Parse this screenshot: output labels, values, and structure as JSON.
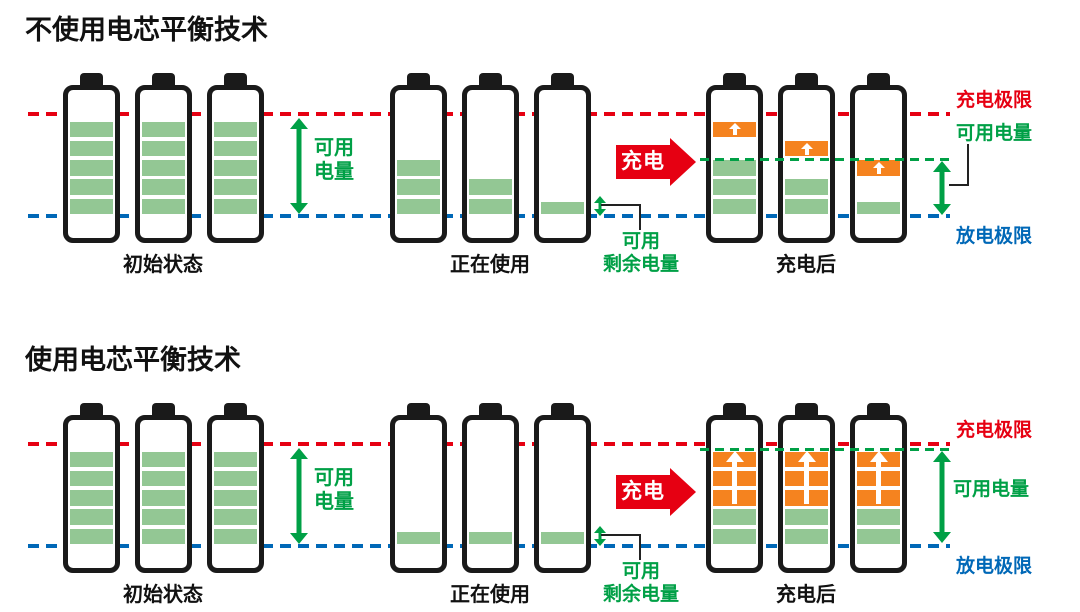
{
  "colors": {
    "green_fill": "#93C794",
    "green": "#00A046",
    "orange": "#F5831F",
    "red": "#E60012",
    "blue": "#0068B7",
    "outline": "#1A1A1A",
    "text": "#111111"
  },
  "sections": [
    {
      "title": "不使用电芯平衡技术",
      "charge_limit": "充电极限",
      "discharge_limit": "放电极限",
      "available": [
        "可用",
        "电量"
      ],
      "available_right": "可用电量",
      "remaining": [
        "可用",
        "剩余电量"
      ],
      "charging": "充电",
      "stages": [
        "初始状态",
        "正在使用",
        "充电后"
      ]
    },
    {
      "title": "使用电芯平衡技术",
      "charge_limit": "充电极限",
      "discharge_limit": "放电极限",
      "available": [
        "可用",
        "电量"
      ],
      "available_right": "可用电量",
      "remaining": [
        "可用",
        "剩余电量"
      ],
      "charging": "充电",
      "stages": [
        "初始状态",
        "正在使用",
        "充电后"
      ]
    }
  ],
  "battery_fills": {
    "s1": {
      "initial": [
        {
          "segs": [
            {
              "s": 0,
              "c": "g"
            },
            {
              "s": 1,
              "c": "g"
            },
            {
              "s": 2,
              "c": "g"
            },
            {
              "s": 3,
              "c": "g"
            },
            {
              "s": 4,
              "c": "g"
            }
          ]
        },
        {
          "segs": [
            {
              "s": 0,
              "c": "g"
            },
            {
              "s": 1,
              "c": "g"
            },
            {
              "s": 2,
              "c": "g"
            },
            {
              "s": 3,
              "c": "g"
            },
            {
              "s": 4,
              "c": "g"
            }
          ]
        },
        {
          "segs": [
            {
              "s": 0,
              "c": "g"
            },
            {
              "s": 1,
              "c": "g"
            },
            {
              "s": 2,
              "c": "g"
            },
            {
              "s": 3,
              "c": "g"
            },
            {
              "s": 4,
              "c": "g"
            }
          ]
        }
      ],
      "in_use": [
        {
          "segs": [
            {
              "s": 0,
              "c": "g"
            },
            {
              "s": 1,
              "c": "g"
            },
            {
              "s": 2,
              "c": "g"
            }
          ]
        },
        {
          "segs": [
            {
              "s": 0,
              "c": "g"
            },
            {
              "s": 1,
              "c": "g"
            }
          ]
        },
        {
          "segs": [
            {
              "s": 0,
              "c": "g",
              "t": 1
            }
          ]
        }
      ],
      "charged": [
        {
          "segs": [
            {
              "s": 0,
              "c": "g"
            },
            {
              "s": 1,
              "c": "g"
            },
            {
              "s": 2,
              "c": "g"
            },
            {
              "s": 4,
              "c": "o",
              "a": 1
            }
          ]
        },
        {
          "segs": [
            {
              "s": 0,
              "c": "g"
            },
            {
              "s": 1,
              "c": "g"
            },
            {
              "s": 3,
              "c": "o",
              "a": 1
            }
          ]
        },
        {
          "segs": [
            {
              "s": 0,
              "c": "g",
              "t": 1
            },
            {
              "s": 2,
              "c": "o",
              "a": 1
            }
          ]
        }
      ]
    },
    "s2": {
      "initial": [
        {
          "segs": [
            {
              "s": 0,
              "c": "g"
            },
            {
              "s": 1,
              "c": "g"
            },
            {
              "s": 2,
              "c": "g"
            },
            {
              "s": 3,
              "c": "g"
            },
            {
              "s": 4,
              "c": "g"
            }
          ]
        },
        {
          "segs": [
            {
              "s": 0,
              "c": "g"
            },
            {
              "s": 1,
              "c": "g"
            },
            {
              "s": 2,
              "c": "g"
            },
            {
              "s": 3,
              "c": "g"
            },
            {
              "s": 4,
              "c": "g"
            }
          ]
        },
        {
          "segs": [
            {
              "s": 0,
              "c": "g"
            },
            {
              "s": 1,
              "c": "g"
            },
            {
              "s": 2,
              "c": "g"
            },
            {
              "s": 3,
              "c": "g"
            },
            {
              "s": 4,
              "c": "g"
            }
          ]
        }
      ],
      "in_use": [
        {
          "segs": [
            {
              "s": 0,
              "c": "g",
              "t": 1
            }
          ]
        },
        {
          "segs": [
            {
              "s": 0,
              "c": "g",
              "t": 1
            }
          ]
        },
        {
          "segs": [
            {
              "s": 0,
              "c": "g",
              "t": 1
            }
          ]
        }
      ],
      "charged": [
        {
          "segs": [
            {
              "s": 0,
              "c": "g"
            },
            {
              "s": 1,
              "c": "g"
            },
            {
              "s": 2,
              "c": "o"
            },
            {
              "s": 3,
              "c": "o"
            },
            {
              "s": 4,
              "c": "o"
            }
          ],
          "big_arrow": [
            2,
            4
          ]
        },
        {
          "segs": [
            {
              "s": 0,
              "c": "g"
            },
            {
              "s": 1,
              "c": "g"
            },
            {
              "s": 2,
              "c": "o"
            },
            {
              "s": 3,
              "c": "o"
            },
            {
              "s": 4,
              "c": "o"
            }
          ],
          "big_arrow": [
            2,
            4
          ]
        },
        {
          "segs": [
            {
              "s": 0,
              "c": "g"
            },
            {
              "s": 1,
              "c": "g"
            },
            {
              "s": 2,
              "c": "o"
            },
            {
              "s": 3,
              "c": "o"
            },
            {
              "s": 4,
              "c": "o"
            }
          ],
          "big_arrow": [
            2,
            4
          ]
        }
      ]
    }
  }
}
